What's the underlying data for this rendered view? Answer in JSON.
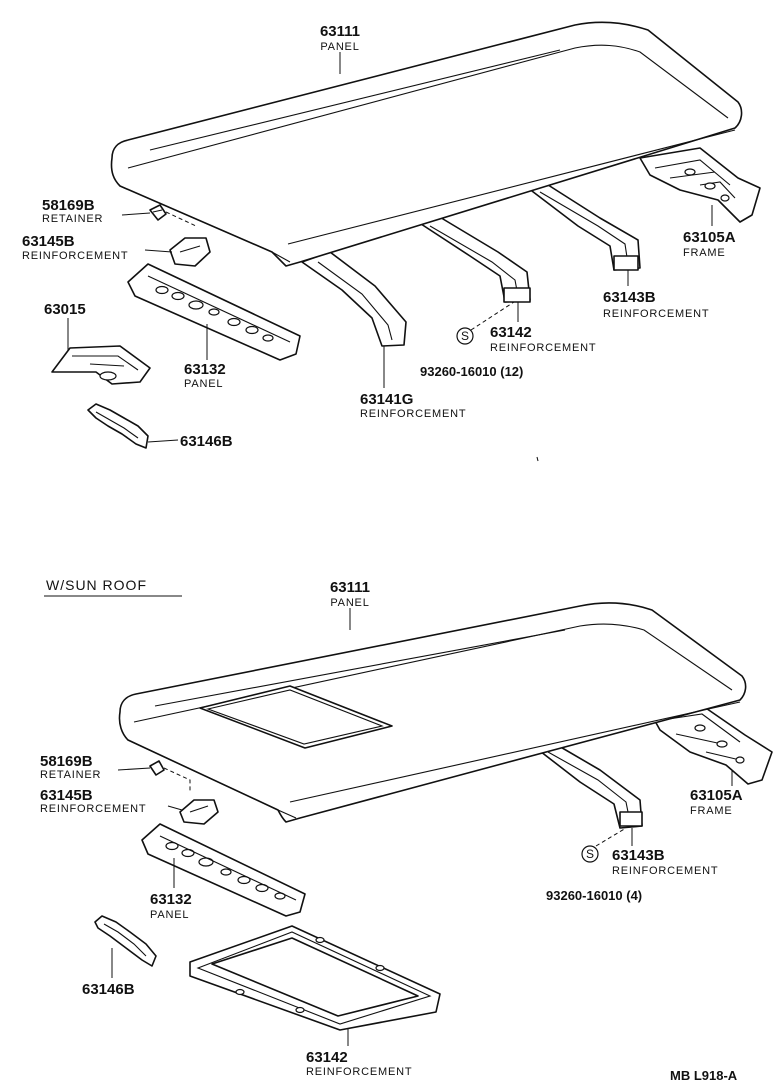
{
  "section_header": "W/SUN  ROOF",
  "drawing_ref": "MB  L918-A",
  "screw_symbol": "S",
  "top": {
    "roof_panel": {
      "part": "63111",
      "name": "PANEL"
    },
    "retainer": {
      "part": "58169B",
      "name": "RETAINER"
    },
    "reinf_small": {
      "part": "63145B",
      "name": "REINFORCEMENT"
    },
    "bracket": {
      "part": "63015"
    },
    "front_panel": {
      "part": "63132",
      "name": "PANEL"
    },
    "strip": {
      "part": "63146B"
    },
    "bow_front": {
      "part": "63141G",
      "name": "REINFORCEMENT"
    },
    "bow_mid": {
      "part": "63142",
      "name": "REINFORCEMENT"
    },
    "screw": {
      "part": "93260-16010 (12)"
    },
    "bow_rear": {
      "part": "63143B",
      "name": "REINFORCEMENT"
    },
    "frame": {
      "part": "63105A",
      "name": "FRAME"
    }
  },
  "bottom": {
    "roof_panel": {
      "part": "63111",
      "name": "PANEL"
    },
    "retainer": {
      "part": "58169B",
      "name": "RETAINER"
    },
    "reinf_small": {
      "part": "63145B",
      "name": "REINFORCEMENT"
    },
    "front_panel": {
      "part": "63132",
      "name": "PANEL"
    },
    "strip": {
      "part": "63146B"
    },
    "sunroof_reinf": {
      "part": "63142",
      "name": "REINFORCEMENT"
    },
    "bow_rear": {
      "part": "63143B",
      "name": "REINFORCEMENT"
    },
    "screw": {
      "part": "93260-16010 (4)"
    },
    "frame": {
      "part": "63105A",
      "name": "FRAME"
    }
  }
}
